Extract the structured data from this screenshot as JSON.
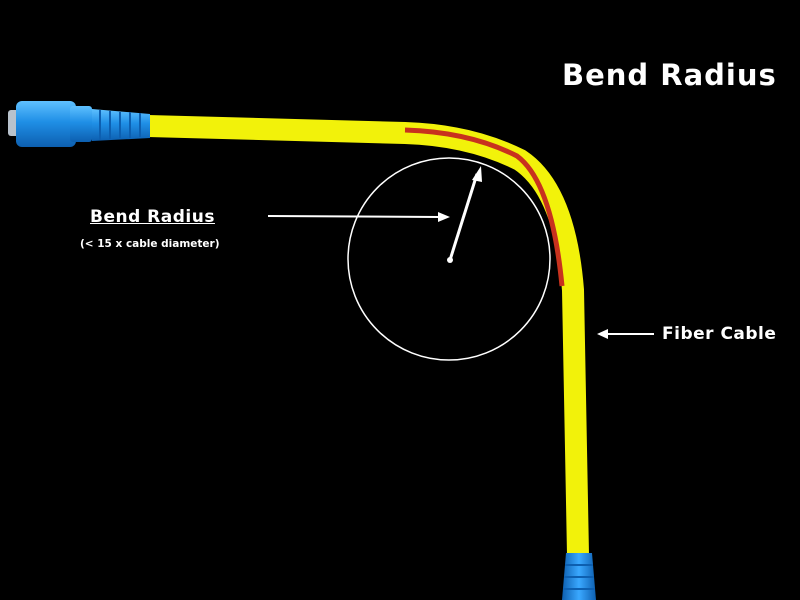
{
  "title": "Bend Radius",
  "bend_radius": {
    "label": "Bend Radius",
    "sublabel": "(< 15 x cable diameter)"
  },
  "cable": {
    "label": "Fiber Cable"
  },
  "colors": {
    "background": "#000000",
    "cable": "#f2f20a",
    "bend_zone": "#c8321e",
    "connector": "#1f8fe6",
    "lines": "#ffffff"
  }
}
